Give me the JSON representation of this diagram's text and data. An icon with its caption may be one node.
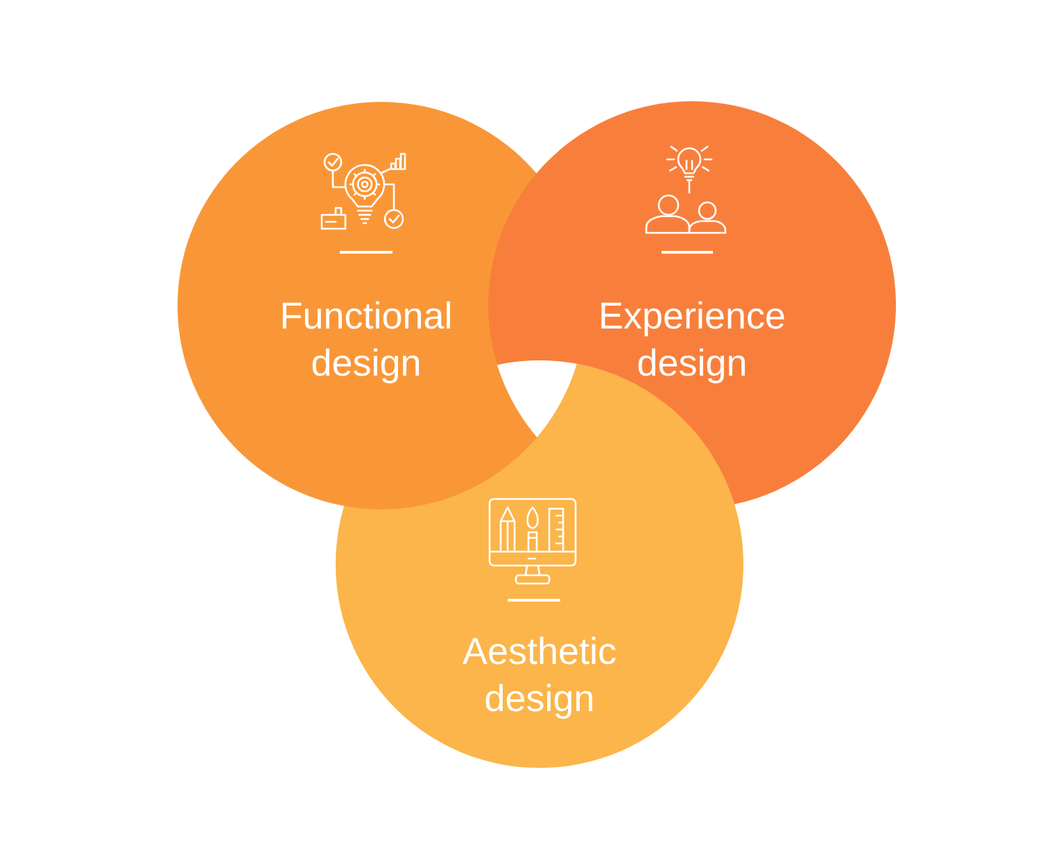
{
  "diagram": {
    "nodes": [
      {
        "text": [
          "Functional design"
        ]
      },
      {
        "text": [
          "Experience design"
        ]
      },
      {
        "text": [
          "Aesthetic design"
        ]
      }
    ]
  }
}
